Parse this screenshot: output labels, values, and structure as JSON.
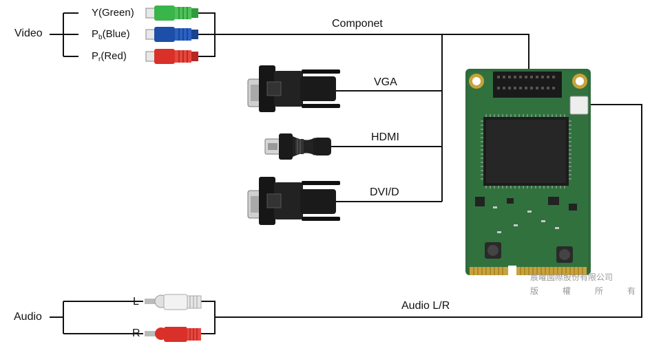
{
  "video": {
    "group_label": "Video",
    "signals": [
      {
        "prefix": "Y",
        "sub": "",
        "suffix": "(Green)",
        "color": "#39b54a"
      },
      {
        "prefix": "P",
        "sub": "b",
        "suffix": "(Blue)",
        "color": "#1d5fbf"
      },
      {
        "prefix": "P",
        "sub": "r",
        "suffix": "(Red)",
        "color": "#e0342b"
      }
    ]
  },
  "connections": {
    "component": "Componet",
    "vga": "VGA",
    "hdmi": "HDMI",
    "dvid": "DVI/D",
    "audio_lr": "Audio L/R"
  },
  "audio": {
    "group_label": "Audio",
    "left": "L",
    "right": "R"
  },
  "watermark": {
    "line1": "宸曜國際股份有限公司",
    "line2": [
      "版",
      "權",
      "所",
      "有"
    ]
  },
  "colors": {
    "wire": "#111111",
    "pcb": "#2f6b3c",
    "chip": "#1c1c1c",
    "connector_black": "#161616",
    "audio_white": "#f2f2f2",
    "audio_red": "#d9302a",
    "gold": "#c9a23a"
  }
}
